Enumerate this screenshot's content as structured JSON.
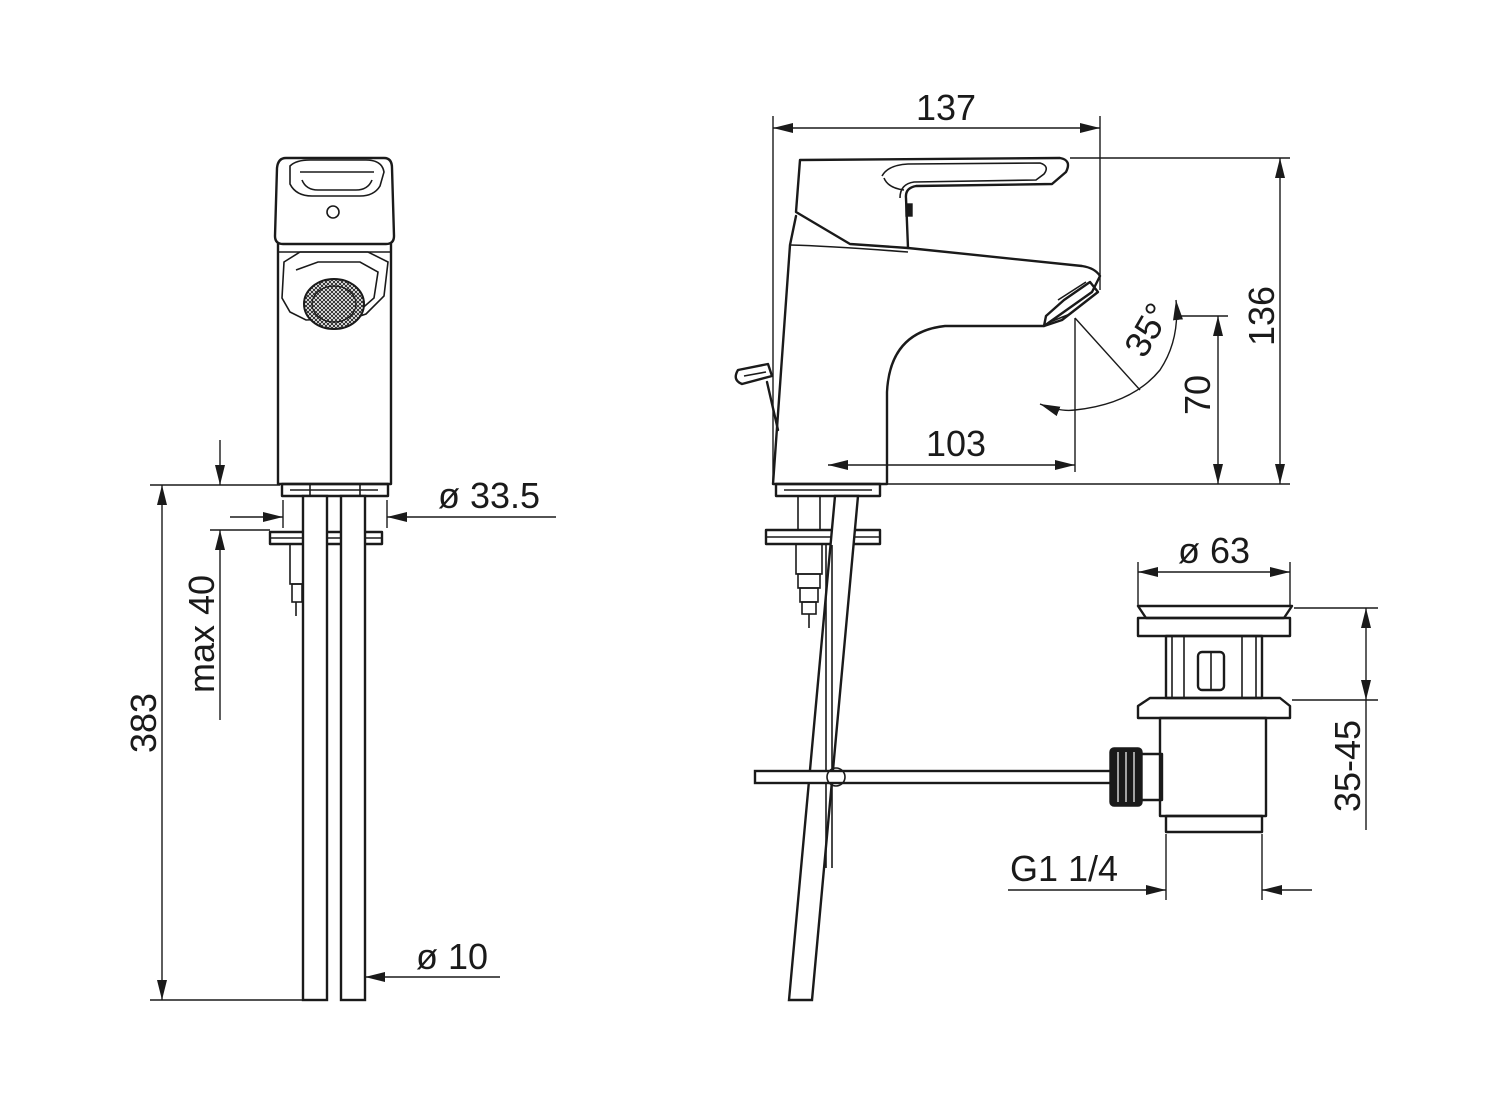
{
  "dimensions": {
    "front_height_total": "383",
    "front_max_deck": "max 40",
    "front_body_diameter": "ø 33.5",
    "front_pipe_diameter": "ø 10",
    "side_reach_total": "137",
    "side_height": "136",
    "side_spout_clearance": "70",
    "side_spout_reach": "103",
    "side_angle": "35°",
    "waste_diameter": "ø 63",
    "waste_thickness": "35-45",
    "waste_thread": "G1 1/4"
  },
  "colors": {
    "line": "#1a1a1a",
    "background": "#ffffff"
  }
}
